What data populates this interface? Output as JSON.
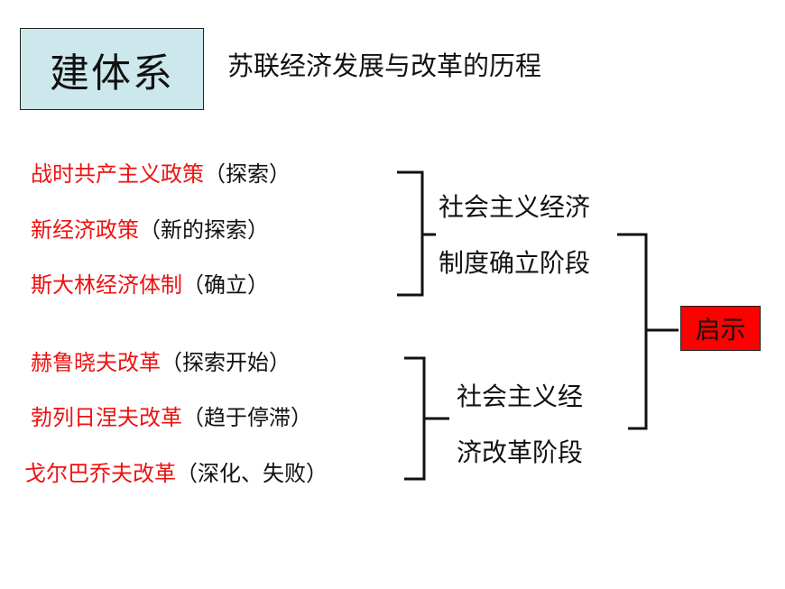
{
  "title": "建体系",
  "subtitle": "苏联经济发展与改革的历程",
  "group1": {
    "items": [
      {
        "name": "战时共产主义政策",
        "note": "（探索）"
      },
      {
        "name": "新经济政策",
        "note": "（新的探索）"
      },
      {
        "name": "斯大林经济体制",
        "note": "（确立）"
      }
    ],
    "stage_line1": "社会主义经济",
    "stage_line2": "制度确立阶段"
  },
  "group2": {
    "items": [
      {
        "name": "赫鲁晓夫改革",
        "note": "（探索开始）"
      },
      {
        "name": "勃列日涅夫改革",
        "note": "（趋于停滞）"
      },
      {
        "name": "戈尔巴乔夫改革",
        "note": "（深化、失败）"
      }
    ],
    "stage_line1": "社会主义经",
    "stage_line2": "济改革阶段"
  },
  "insight": "启示",
  "colors": {
    "title_bg": "#cce8ec",
    "policy_text": "#ee1111",
    "insight_bg": "#ff0000"
  }
}
